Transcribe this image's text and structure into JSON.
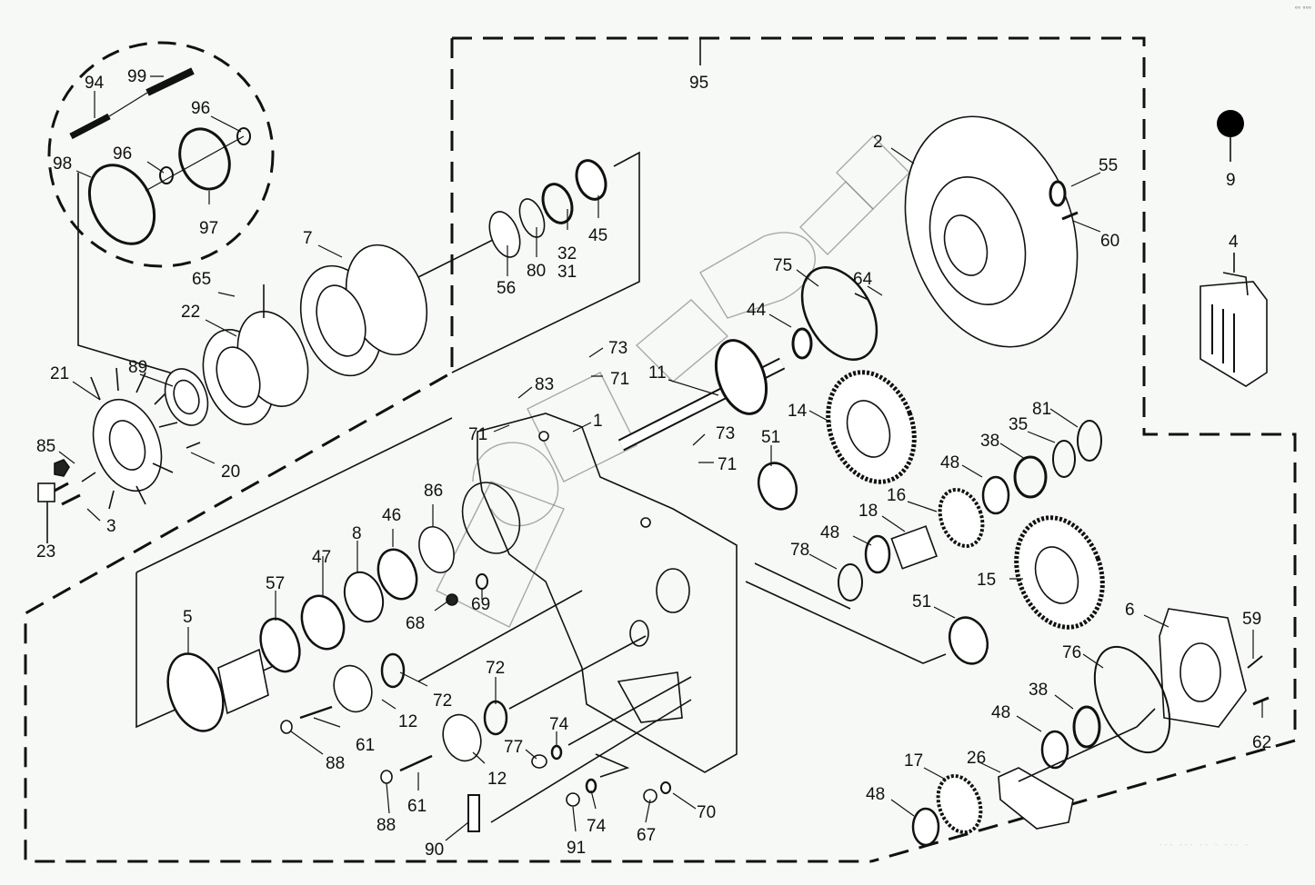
{
  "diagram": {
    "title": "Transmission exploded parts diagram",
    "corner_mark": "°° °°°",
    "footer_code": "--- --- -- - --- -",
    "watermark": "OOOOOH",
    "callouts": [
      {
        "id": "c95",
        "label": "95",
        "part": "kit-outline"
      },
      {
        "id": "c94",
        "label": "94",
        "part": "spring-rod"
      },
      {
        "id": "c99",
        "label": "99",
        "part": "spring"
      },
      {
        "id": "c96a",
        "label": "96",
        "part": "small-o-ring"
      },
      {
        "id": "c96b",
        "label": "96",
        "part": "small-o-ring"
      },
      {
        "id": "c98",
        "label": "98",
        "part": "large-o-ring"
      },
      {
        "id": "c97",
        "label": "97",
        "part": "o-ring"
      },
      {
        "id": "c7",
        "label": "7",
        "part": "clutch-drum"
      },
      {
        "id": "c65",
        "label": "65",
        "part": "bolt"
      },
      {
        "id": "c22",
        "label": "22",
        "part": "hub"
      },
      {
        "id": "c21",
        "label": "21",
        "part": "fan"
      },
      {
        "id": "c89",
        "label": "89",
        "part": "flange"
      },
      {
        "id": "c85",
        "label": "85",
        "part": "nut"
      },
      {
        "id": "c20",
        "label": "20",
        "part": "pin"
      },
      {
        "id": "c23",
        "label": "23",
        "part": "elbow-fitting"
      },
      {
        "id": "c3",
        "label": "3",
        "part": "bolt"
      },
      {
        "id": "c56",
        "label": "56",
        "part": "washer"
      },
      {
        "id": "c80",
        "label": "80",
        "part": "snap-ring"
      },
      {
        "id": "c32",
        "label": "32",
        "part": "spring-pack"
      },
      {
        "id": "c31",
        "label": "31",
        "part": "spring-pack"
      },
      {
        "id": "c45",
        "label": "45",
        "part": "bearing"
      },
      {
        "id": "c2",
        "label": "2",
        "part": "cover-plate"
      },
      {
        "id": "c55",
        "label": "55",
        "part": "seal"
      },
      {
        "id": "c60",
        "label": "60",
        "part": "bolt"
      },
      {
        "id": "c9",
        "label": "9",
        "part": "dot-marker"
      },
      {
        "id": "c4",
        "label": "4",
        "part": "oil-can"
      },
      {
        "id": "c75",
        "label": "75",
        "part": "o-ring"
      },
      {
        "id": "c64",
        "label": "64",
        "part": "pin"
      },
      {
        "id": "c44",
        "label": "44",
        "part": "bearing"
      },
      {
        "id": "c73a",
        "label": "73",
        "part": "plug"
      },
      {
        "id": "c71a",
        "label": "71",
        "part": "washer"
      },
      {
        "id": "c11",
        "label": "11",
        "part": "main-shaft"
      },
      {
        "id": "c83",
        "label": "83",
        "part": "breather"
      },
      {
        "id": "c71b",
        "label": "71",
        "part": "washer"
      },
      {
        "id": "c1",
        "label": "1",
        "part": "housing"
      },
      {
        "id": "c73b",
        "label": "73",
        "part": "plug"
      },
      {
        "id": "c71c",
        "label": "71",
        "part": "washer"
      },
      {
        "id": "c14",
        "label": "14",
        "part": "gear"
      },
      {
        "id": "c51a",
        "label": "51",
        "part": "bearing"
      },
      {
        "id": "c81",
        "label": "81",
        "part": "snap-ring"
      },
      {
        "id": "c35",
        "label": "35",
        "part": "ring"
      },
      {
        "id": "c38a",
        "label": "38",
        "part": "spring"
      },
      {
        "id": "c48a",
        "label": "48",
        "part": "bearing"
      },
      {
        "id": "c16",
        "label": "16",
        "part": "gear"
      },
      {
        "id": "c18",
        "label": "18",
        "part": "splined-shaft"
      },
      {
        "id": "c48b",
        "label": "48",
        "part": "bearing"
      },
      {
        "id": "c78",
        "label": "78",
        "part": "o-ring"
      },
      {
        "id": "c15",
        "label": "15",
        "part": "gear"
      },
      {
        "id": "c51b",
        "label": "51",
        "part": "bearing"
      },
      {
        "id": "c6",
        "label": "6",
        "part": "end-cover"
      },
      {
        "id": "c59",
        "label": "59",
        "part": "pin"
      },
      {
        "id": "c76",
        "label": "76",
        "part": "o-ring"
      },
      {
        "id": "c38b",
        "label": "38",
        "part": "spring"
      },
      {
        "id": "c48c",
        "label": "48",
        "part": "bearing"
      },
      {
        "id": "c62",
        "label": "62",
        "part": "bolt"
      },
      {
        "id": "c17",
        "label": "17",
        "part": "gear"
      },
      {
        "id": "c26",
        "label": "26",
        "part": "fork"
      },
      {
        "id": "c48d",
        "label": "48",
        "part": "bearing"
      },
      {
        "id": "c86",
        "label": "86",
        "part": "lock-nut"
      },
      {
        "id": "c46",
        "label": "46",
        "part": "bearing"
      },
      {
        "id": "c8",
        "label": "8",
        "part": "spacer"
      },
      {
        "id": "c47",
        "label": "47",
        "part": "bearing"
      },
      {
        "id": "c57",
        "label": "57",
        "part": "seal"
      },
      {
        "id": "c5",
        "label": "5",
        "part": "output-flange"
      },
      {
        "id": "c69",
        "label": "69",
        "part": "o-ring"
      },
      {
        "id": "c68",
        "label": "68",
        "part": "nipple"
      },
      {
        "id": "c72a",
        "label": "72",
        "part": "o-ring"
      },
      {
        "id": "c72b",
        "label": "72",
        "part": "o-ring"
      },
      {
        "id": "c12a",
        "label": "12",
        "part": "piston"
      },
      {
        "id": "c12b",
        "label": "12",
        "part": "piston"
      },
      {
        "id": "c61a",
        "label": "61",
        "part": "bolt"
      },
      {
        "id": "c61b",
        "label": "61",
        "part": "bolt"
      },
      {
        "id": "c88a",
        "label": "88",
        "part": "plug"
      },
      {
        "id": "c88b",
        "label": "88",
        "part": "plug"
      },
      {
        "id": "c74a",
        "label": "74",
        "part": "washer"
      },
      {
        "id": "c77",
        "label": "77",
        "part": "plug"
      },
      {
        "id": "c74b",
        "label": "74",
        "part": "washer"
      },
      {
        "id": "c91",
        "label": "91",
        "part": "plug"
      },
      {
        "id": "c67",
        "label": "67",
        "part": "plug"
      },
      {
        "id": "c70",
        "label": "70",
        "part": "washer"
      },
      {
        "id": "c90",
        "label": "90",
        "part": "bracket"
      }
    ]
  }
}
